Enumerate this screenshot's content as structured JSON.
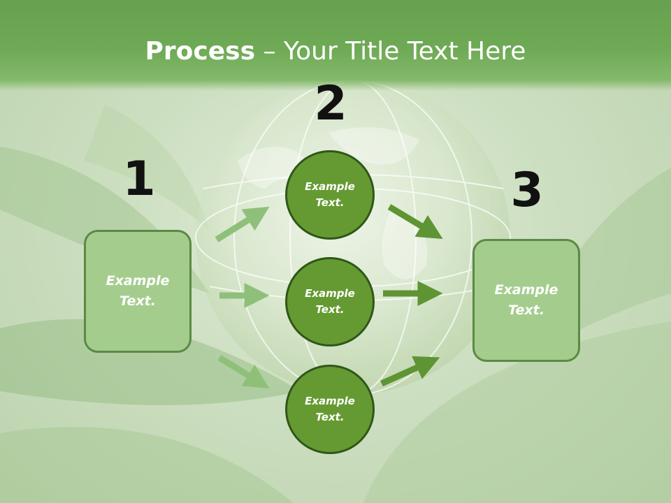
{
  "title": {
    "bold": "Process",
    "rest": " – Your Title Text Here"
  },
  "steps": [
    {
      "number": "1",
      "text": "Example Text."
    },
    {
      "number": "2",
      "items": [
        "Example Text.",
        "Example Text.",
        "Example Text."
      ]
    },
    {
      "number": "3",
      "text": "Example Text."
    }
  ],
  "colors": {
    "title_bar": "#6faa56",
    "box_fill": "#a4cd8d",
    "circle_fill": "#659a32",
    "arrow_light": "#8fc07a",
    "arrow_dark": "#5f9434"
  },
  "background_image": "glass-globe-on-green-leaves"
}
